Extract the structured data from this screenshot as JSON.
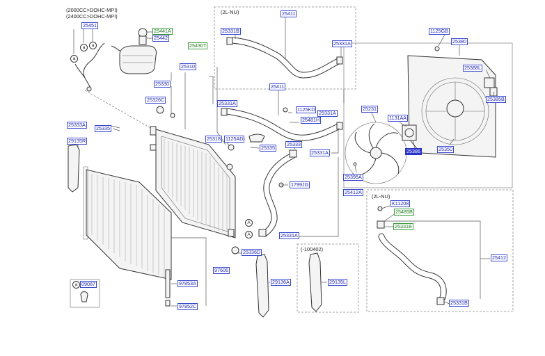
{
  "notes": {
    "engine_2000": "(2000CC>DOHC-MPI)",
    "engine_2400": "(2400CC>DOHC-MPI)",
    "box_2lnu_top": "(2L-NU)",
    "box_2lnu_bottom": "(2L-NU)",
    "box_100402": "(-100402)"
  },
  "ref_markers": {
    "a": "a",
    "A": "A"
  },
  "callouts": {
    "p25451": "25451",
    "p25441A": "25441A",
    "p25442": "25442",
    "p25430T": "25430T",
    "p25310": "25310",
    "p25330": "25330",
    "p25326C": "25326C",
    "p25333A": "25333A",
    "p25335_l": "25335",
    "p29135R": "29135R",
    "p25411_top": "25411",
    "p25331B_top": "25331B",
    "p25331A_top": "25331A",
    "p25411_mid": "25411",
    "p25331A_mid1": "25331A",
    "p25331A_mid2": "25331A",
    "p1125KD": "1125KD",
    "p25481H": "25481H",
    "p25318": "25318",
    "p1125AD": "1125AD",
    "p25335_m": "25335",
    "p25333": "25333",
    "p25331A_mid3": "25331A",
    "p1799JG": "1799JG",
    "p25412A": "25412A",
    "p25331A_low": "25331A",
    "p25336D": "25336D",
    "p97606": "97606",
    "p97853A": "97853A",
    "p97852C": "97852C",
    "p29136A": "29136A",
    "p29135L": "29135L",
    "p1125GB": "1125GB",
    "p25380": "25380",
    "p25388L": "25388L",
    "p25385B": "25385B",
    "p25231": "25231",
    "p1131AA": "1131AA",
    "p25386": "25386",
    "p25350": "25350",
    "p25395A": "25395A",
    "pK11208": "K11208",
    "p25485B": "25485B",
    "p25331B_low": "25331B",
    "p25412": "25412",
    "p25331B_bot": "25331B",
    "legend_a": "a",
    "p09087": "09087"
  }
}
